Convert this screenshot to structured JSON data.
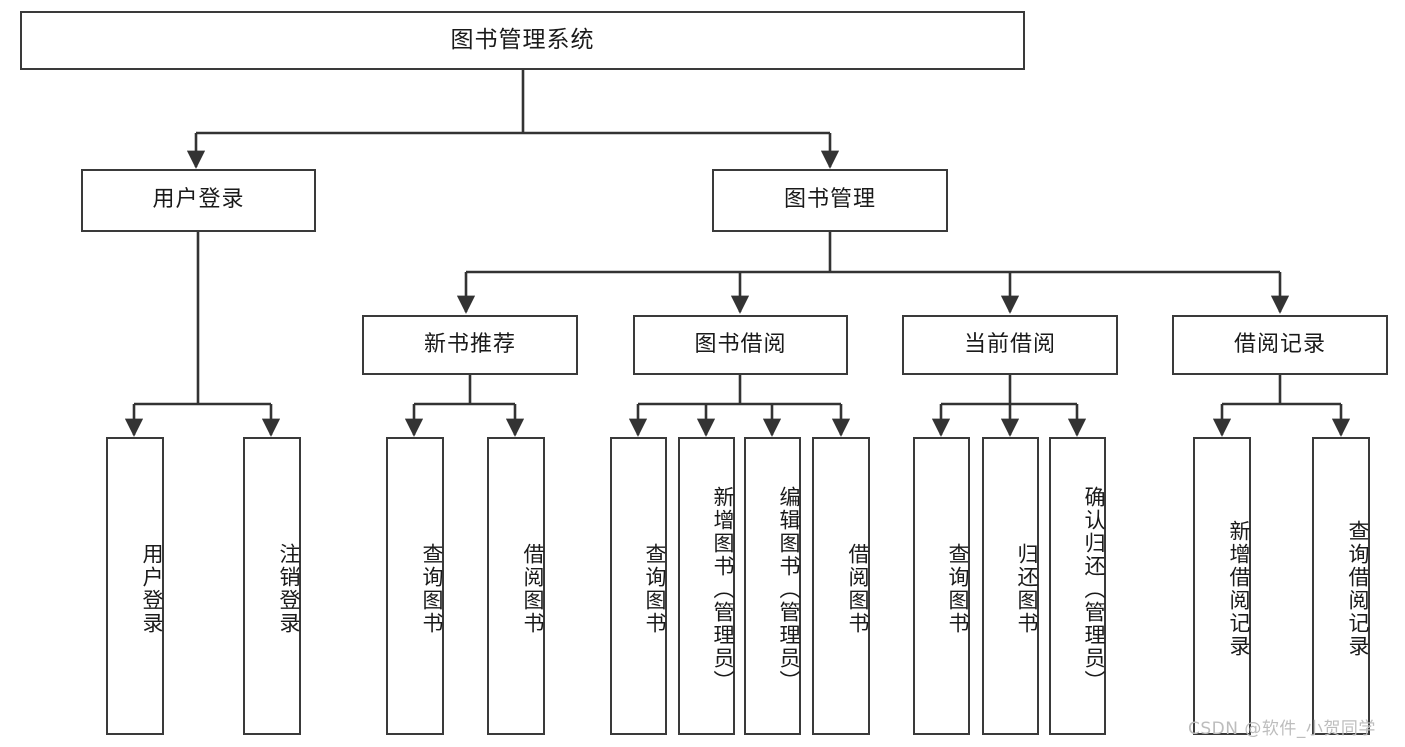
{
  "diagram": {
    "title": "图书管理系统",
    "type": "tree",
    "watermark": "CSDN @软件_小贺同学",
    "colors": {
      "box_border": "#3a3a3a",
      "box_fill": "#ffffff",
      "edge": "#333333",
      "text": "#1a1a1a",
      "watermark": "#bdbdbd"
    },
    "root": {
      "label": "图书管理系统"
    },
    "level2": [
      {
        "label": "用户登录"
      },
      {
        "label": "图书管理"
      }
    ],
    "level3": [
      {
        "label": "新书推荐"
      },
      {
        "label": "图书借阅"
      },
      {
        "label": "当前借阅"
      },
      {
        "label": "借阅记录"
      }
    ],
    "leaves": {
      "user_login": [
        {
          "label": "用户登录"
        },
        {
          "label": "注销登录"
        }
      ],
      "new_book_recommend": [
        {
          "label": "查询图书"
        },
        {
          "label": "借阅图书"
        }
      ],
      "book_borrow": [
        {
          "label": "查询图书"
        },
        {
          "label": "新增图书（管理员）"
        },
        {
          "label": "编辑图书（管理员）"
        },
        {
          "label": "借阅图书"
        }
      ],
      "current_borrow": [
        {
          "label": "查询图书"
        },
        {
          "label": "归还图书"
        },
        {
          "label": "确认归还（管理员）"
        }
      ],
      "borrow_record": [
        {
          "label": "新增借阅记录"
        },
        {
          "label": "查询借阅记录"
        }
      ]
    }
  }
}
